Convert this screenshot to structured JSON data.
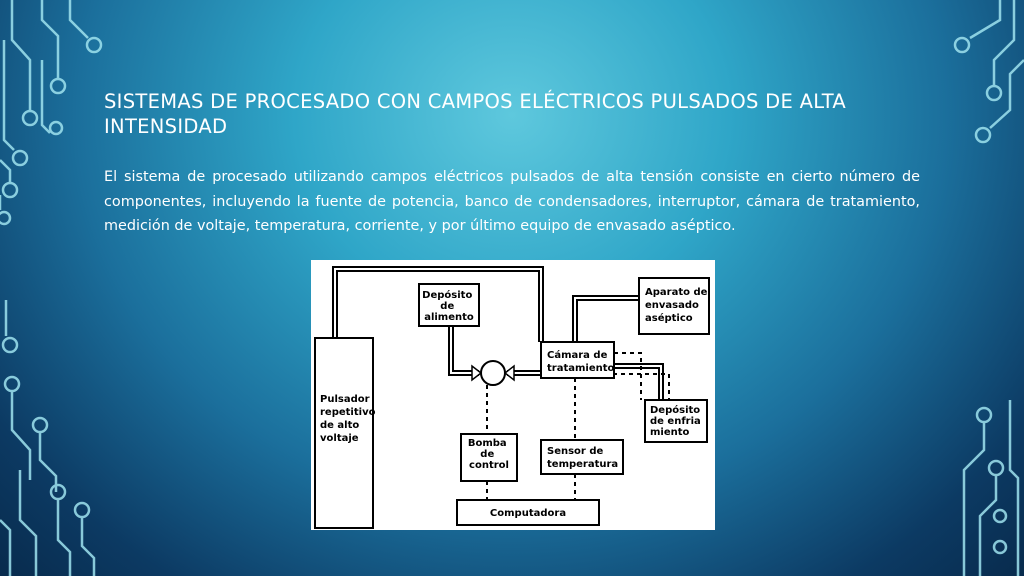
{
  "slide": {
    "title": "Sistemas de procesado con campos eléctricos pulsados de alta intensidad",
    "body": "El sistema de procesado utilizando campos eléctricos pulsados de alta tensión consiste en cierto número de componentes, incluyendo la fuente de potencia, banco de condensadores, interruptor, cámara de tratamiento, medición de voltaje, temperatura, corriente, y por último equipo de envasado aséptico."
  },
  "diagram": {
    "deposito_alimento": [
      "Depósito",
      "de",
      "alimento"
    ],
    "aparato_envasado": [
      "Aparato de",
      "envasado",
      "aséptico"
    ],
    "camara_tratamiento": [
      "Cámara de",
      "tratamiento"
    ],
    "deposito_enfriamiento": [
      "Depósito",
      "de enfria",
      "miento"
    ],
    "pulsador": [
      "Pulsador",
      "repetitivo",
      "de alto",
      "voltaje"
    ],
    "bomba_control": [
      "Bomba",
      "de",
      "control"
    ],
    "sensor_temperatura": [
      "Sensor de",
      "temperatura"
    ],
    "computadora": "Computadora"
  }
}
